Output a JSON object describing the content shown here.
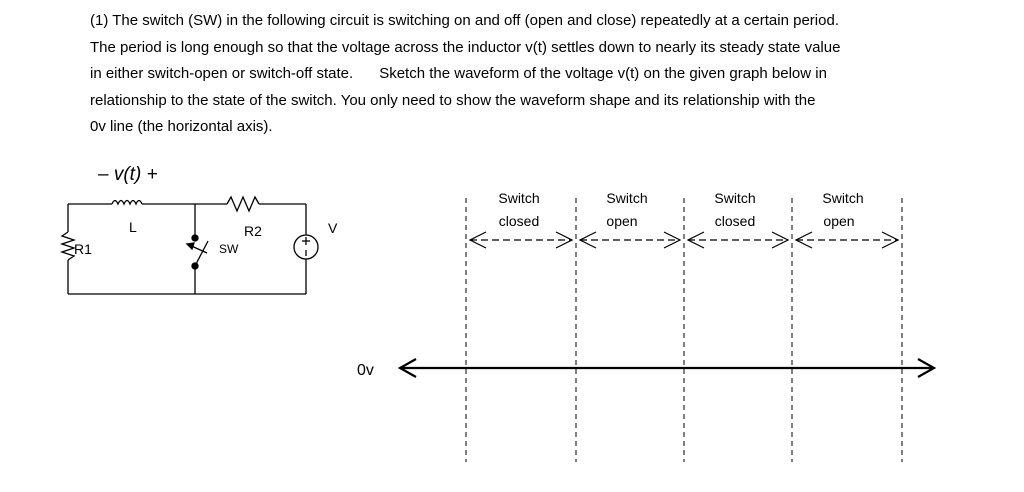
{
  "question": {
    "line1": "(1) The switch (SW) in the following circuit is switching on and off (open and close) repeatedly at a certain period.",
    "line2": "The period is long enough so that the voltage across the inductor v(t) settles down to nearly its steady state value",
    "line3a": "in either switch-open or switch-off state.",
    "line3b": "Sketch the waveform of  the voltage v(t) on the given graph below in",
    "line4": "relationship to the state of the switch.  You only need to show the waveform shape and its relationship with the",
    "line5": "0v line (the horizontal axis)."
  },
  "circuit": {
    "vt_label": "– v(t) +",
    "inductor_label": "L",
    "r1_label": "R1",
    "r2_label": "R2",
    "sw_label": "SW",
    "source_label": "V"
  },
  "graph": {
    "axis_label": "0v",
    "intervals": [
      {
        "line1": "Switch",
        "line2": "closed"
      },
      {
        "line1": "Switch",
        "line2": "open"
      },
      {
        "line1": "Switch",
        "line2": "closed"
      },
      {
        "line1": "Switch",
        "line2": "open"
      }
    ]
  }
}
